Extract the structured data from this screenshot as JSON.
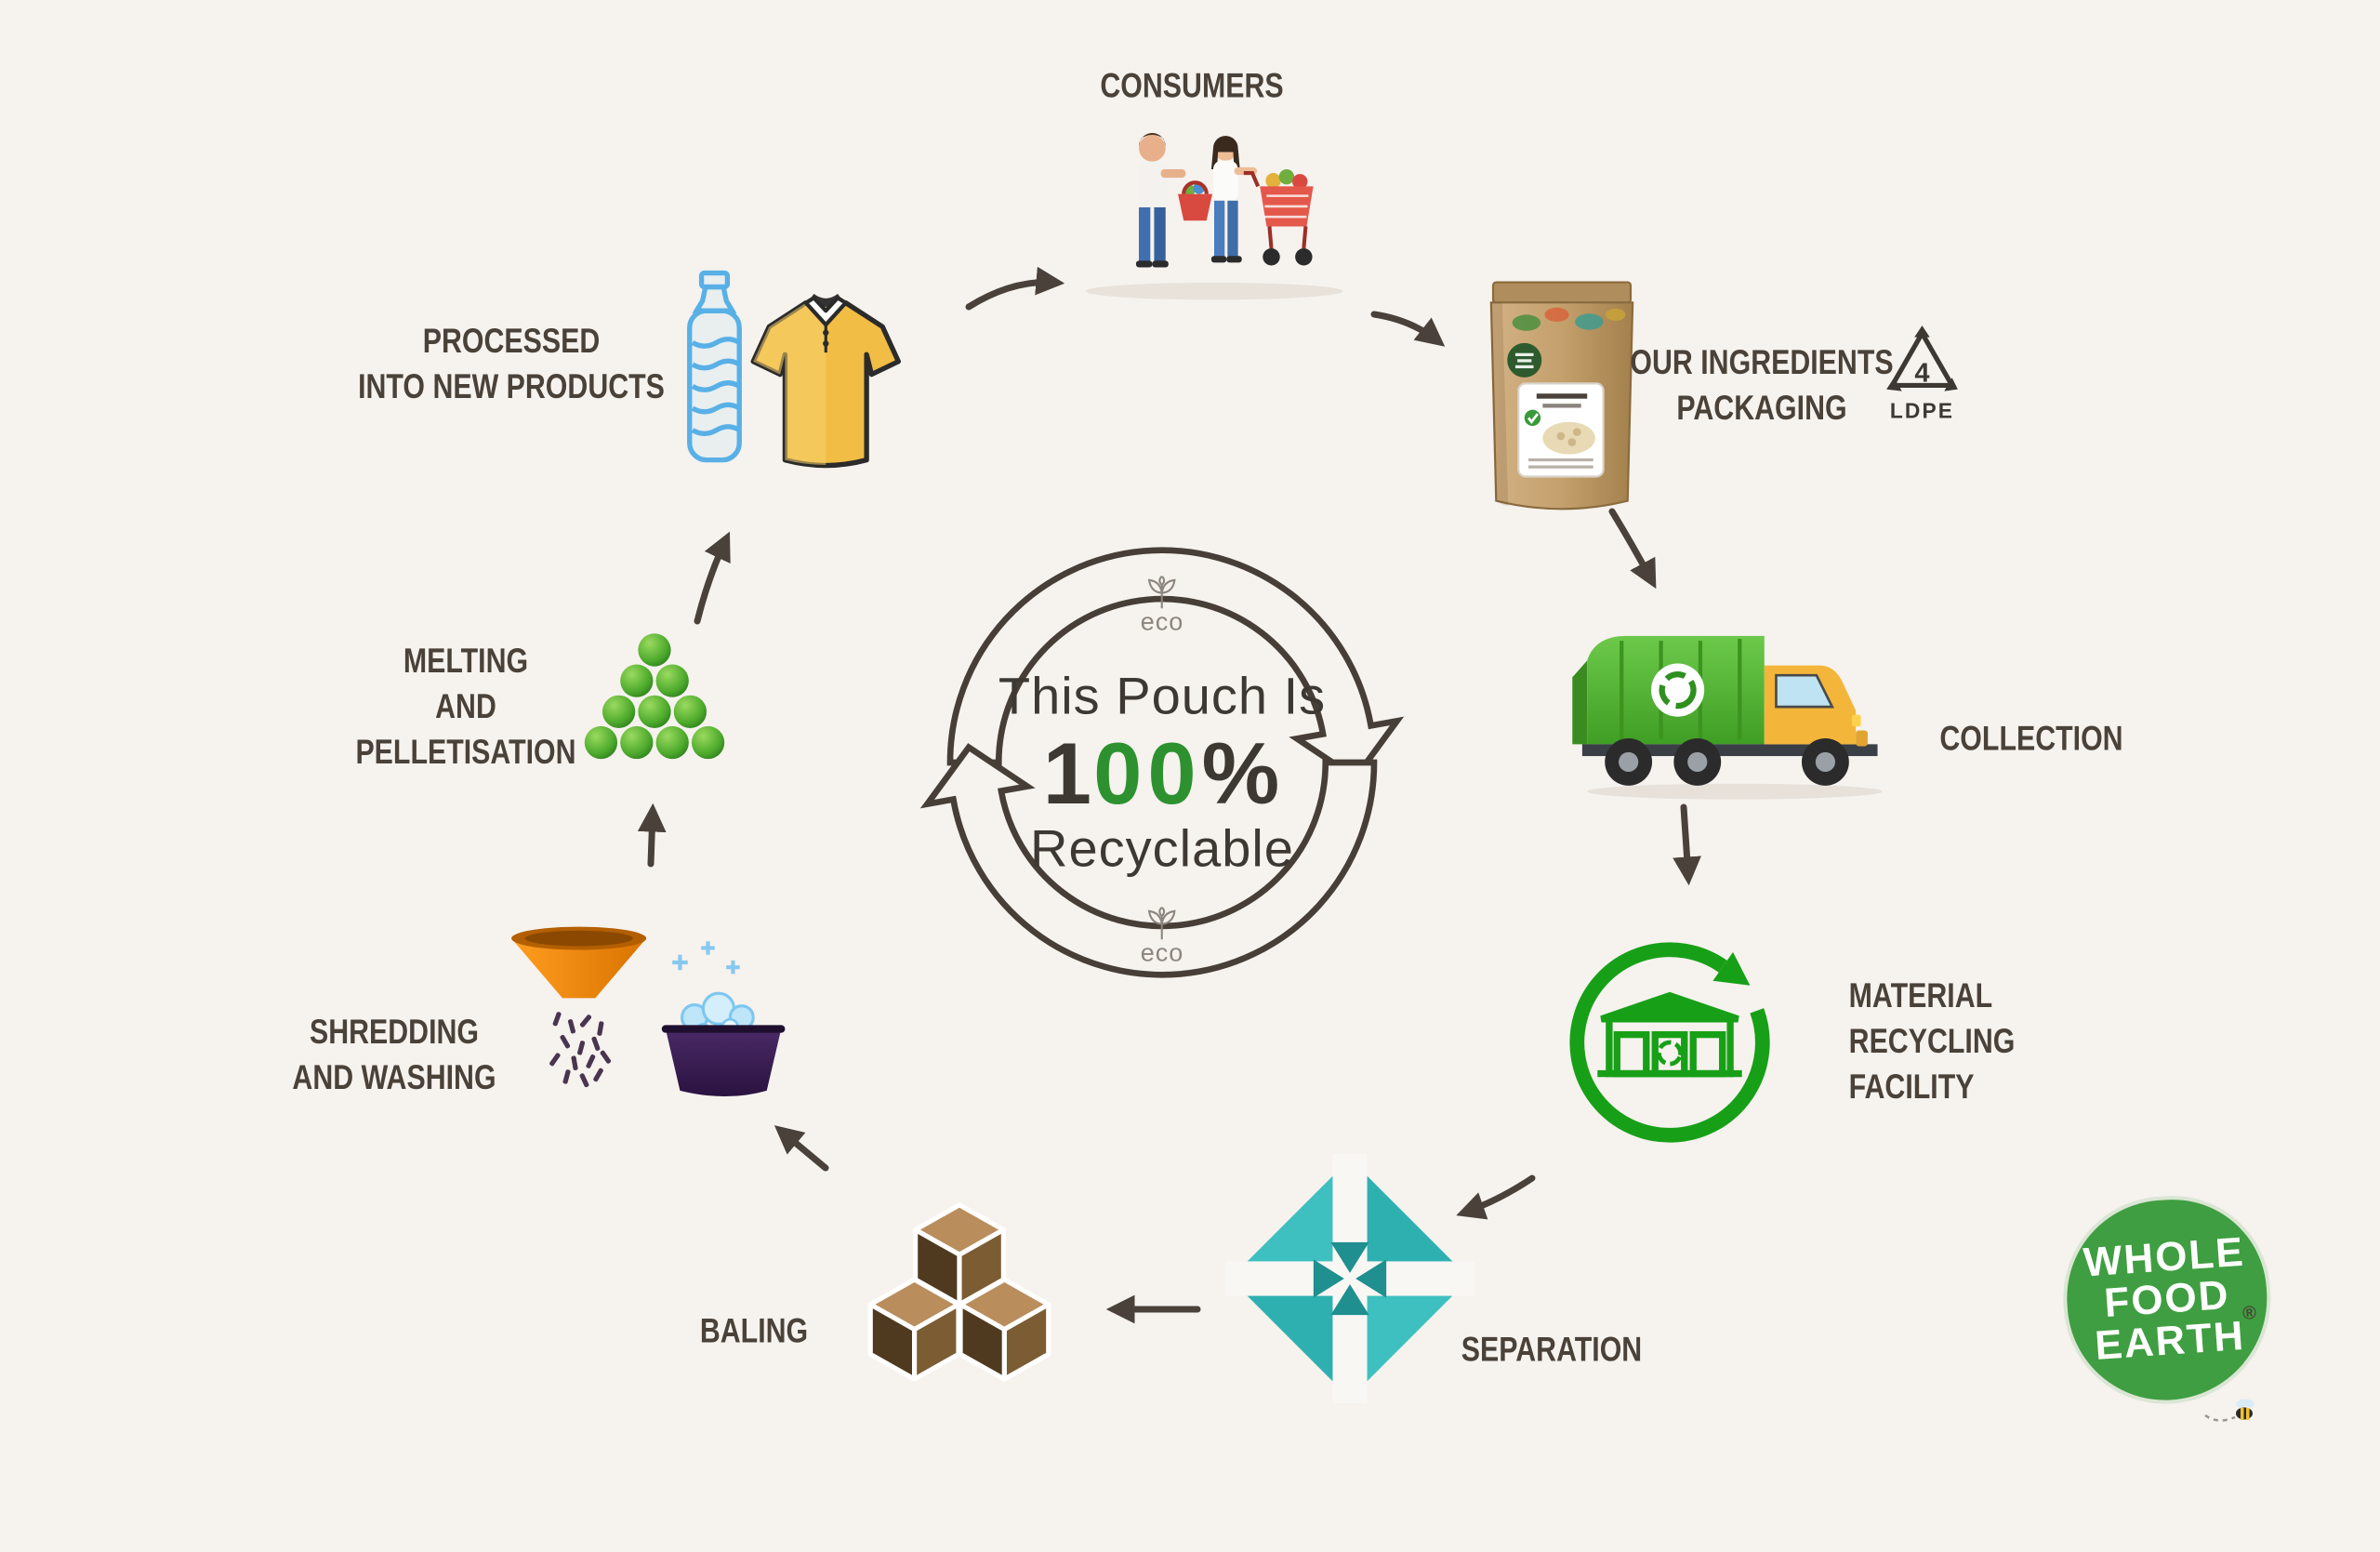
{
  "center": {
    "eco_top": "eco",
    "eco_bottom": "eco",
    "line1": "This Pouch Is",
    "pct_1": "1",
    "pct_00": "00",
    "pct_sym": "%",
    "line3": "Recyclable"
  },
  "stages": {
    "consumers": {
      "label": "CONSUMERS"
    },
    "packaging": {
      "label_line1": "OUR INGREDIENTS",
      "label_line2": "PACKAGING"
    },
    "ldpe": {
      "number": "4",
      "code": "LDPE"
    },
    "collection": {
      "label": "COLLECTION"
    },
    "mrf": {
      "label_line1": "MATERIAL",
      "label_line2": "RECYCLING",
      "label_line3": "FACILITY"
    },
    "separation": {
      "label": "SEPARATION"
    },
    "baling": {
      "label": "BALING"
    },
    "shredding": {
      "label_line1": "SHREDDING",
      "label_line2": "AND WASHING"
    },
    "melting": {
      "label_line1": "MELTING",
      "label_line2": "AND",
      "label_line3": "PELLETISATION"
    },
    "processed": {
      "label_line1": "PROCESSED",
      "label_line2": "INTO NEW PRODUCTS"
    }
  },
  "logo": {
    "line1": "WHOLE",
    "line2": "FOOD",
    "line3": "EARTH",
    "registered": "®"
  },
  "colors": {
    "background": "#f6f2ee",
    "text_dark": "#4a4239",
    "arrow": "#4a423a",
    "green": "#2d9130",
    "facility_green": "#17a017",
    "teal": "#3ec0c0",
    "kraft": "#c8a873",
    "truck_green": "#55b93a",
    "cab_yellow": "#f3b63a",
    "funnel_orange": "#f28900",
    "bale_brown": "#7c5c33",
    "logo_green": "#3f9e41"
  }
}
